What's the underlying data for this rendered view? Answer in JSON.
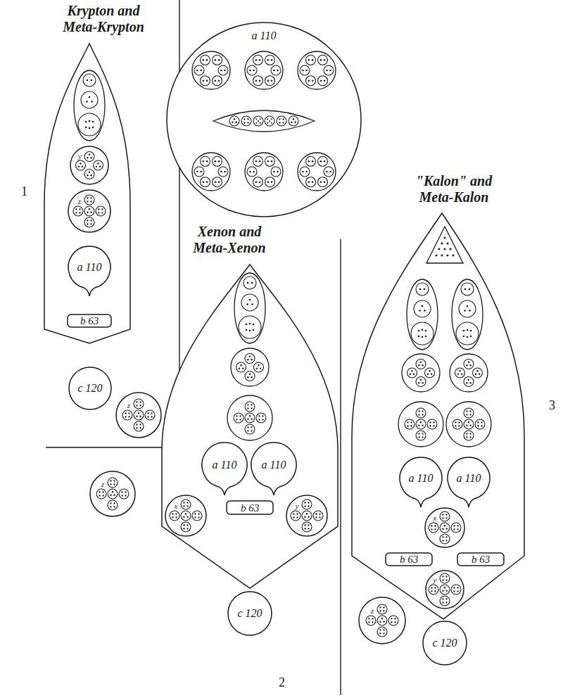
{
  "diagram": {
    "nodes": [
      {
        "text": [
          "Krypton and Meta-Krypton"
        ]
      },
      {
        "text": [
          "y"
        ],
        "in": 0
      },
      {
        "text": [
          "z"
        ],
        "in": 0
      },
      {
        "text": [
          "a 110"
        ],
        "in": 0
      },
      {
        "text": [
          "b 63"
        ],
        "in": 0
      },
      {
        "text": [
          "c 120"
        ]
      },
      {
        "text": [
          "z"
        ]
      },
      {
        "text": [
          "a 110"
        ]
      },
      {
        "text": [
          "Xenon and Meta-Xenon"
        ]
      },
      {
        "text": [
          "a 110"
        ],
        "in": 8
      },
      {
        "text": [
          "a 110"
        ],
        "in": 8
      },
      {
        "text": [
          "x"
        ],
        "in": 8
      },
      {
        "text": [
          "b 63"
        ],
        "in": 8
      },
      {
        "text": [
          "y"
        ],
        "in": 8
      },
      {
        "text": [
          "c 120"
        ]
      },
      {
        "text": [
          "z"
        ]
      },
      {
        "text": [
          "\"Kalon\" and Meta-Kalon"
        ]
      },
      {
        "text": [
          "a 110"
        ],
        "in": 16
      },
      {
        "text": [
          "a 110"
        ],
        "in": 16
      },
      {
        "text": [
          "x"
        ],
        "in": 16
      },
      {
        "text": [
          "b 63"
        ],
        "in": 16
      },
      {
        "text": [
          "b 63"
        ],
        "in": 16
      },
      {
        "text": [
          "y"
        ],
        "in": 16
      },
      {
        "text": [
          "z"
        ]
      },
      {
        "text": [
          "c 120"
        ]
      }
    ],
    "labels": [
      "1",
      "2",
      "3"
    ]
  }
}
